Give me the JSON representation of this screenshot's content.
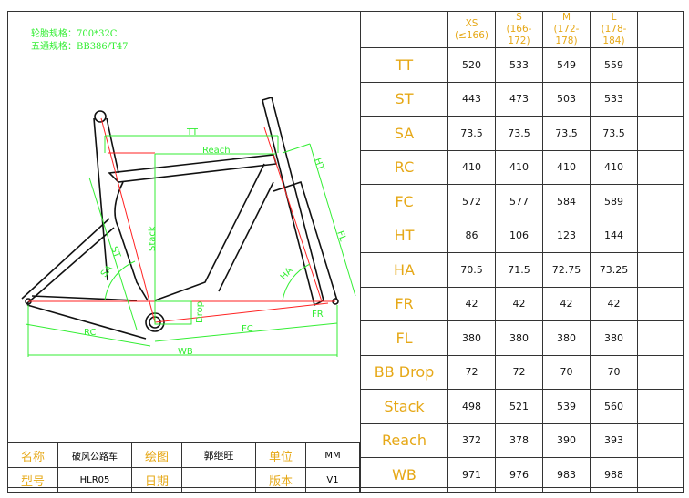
{
  "specs": {
    "tire": "轮胎规格：700*32C",
    "bb": "五通规格：BB386/T47"
  },
  "drawing_labels": {
    "tt": "TT",
    "reach": "Reach",
    "ht": "HT",
    "fl": "FL",
    "stack": "Stack",
    "st": "ST",
    "sa": "SA",
    "ha": "HA",
    "drop": "Drop",
    "fc": "FC",
    "fr": "FR",
    "rc": "RC",
    "wb": "WB"
  },
  "geometry": {
    "sizes": [
      {
        "name": "XS",
        "range": "(≤166)"
      },
      {
        "name": "S",
        "range": "(166-172)"
      },
      {
        "name": "M",
        "range": "(172-178)"
      },
      {
        "name": "L",
        "range": "(178-184)"
      }
    ],
    "rows": [
      {
        "label": "TT",
        "values": [
          "520",
          "533",
          "549",
          "559"
        ]
      },
      {
        "label": "ST",
        "values": [
          "443",
          "473",
          "503",
          "533"
        ]
      },
      {
        "label": "SA",
        "values": [
          "73.5",
          "73.5",
          "73.5",
          "73.5"
        ]
      },
      {
        "label": "RC",
        "values": [
          "410",
          "410",
          "410",
          "410"
        ]
      },
      {
        "label": "FC",
        "values": [
          "572",
          "577",
          "584",
          "589"
        ]
      },
      {
        "label": "HT",
        "values": [
          "86",
          "106",
          "123",
          "144"
        ]
      },
      {
        "label": "HA",
        "values": [
          "70.5",
          "71.5",
          "72.75",
          "73.25"
        ]
      },
      {
        "label": "FR",
        "values": [
          "42",
          "42",
          "42",
          "42"
        ]
      },
      {
        "label": "FL",
        "values": [
          "380",
          "380",
          "380",
          "380"
        ]
      },
      {
        "label": "BB Drop",
        "values": [
          "72",
          "72",
          "70",
          "70"
        ]
      },
      {
        "label": "Stack",
        "values": [
          "498",
          "521",
          "539",
          "560"
        ]
      },
      {
        "label": "Reach",
        "values": [
          "372",
          "378",
          "390",
          "393"
        ]
      },
      {
        "label": "WB",
        "values": [
          "971",
          "976",
          "983",
          "988"
        ]
      }
    ]
  },
  "info": {
    "name_k": "名称",
    "name_v": "破风公路车",
    "draw_k": "绘图",
    "draw_v": "郭继旺",
    "unit_k": "单位",
    "unit_v": "MM",
    "model_k": "型号",
    "model_v": "HLR05",
    "date_k": "日期",
    "date_v": "",
    "ver_k": "版本",
    "ver_v": "V1"
  }
}
